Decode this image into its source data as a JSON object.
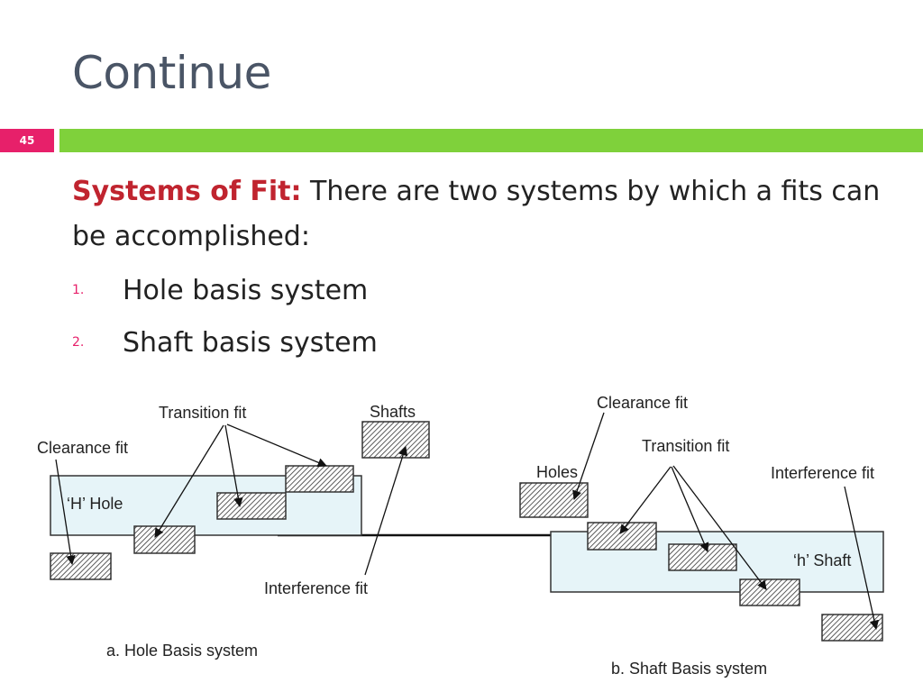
{
  "slide": {
    "title": "Continue",
    "number": "45",
    "lead": "Systems of Fit:",
    "intro": " There are two systems by which a fits can be accomplished:",
    "list": [
      {
        "num": "1.",
        "text": "Hole basis system"
      },
      {
        "num": "2.",
        "text": " Shaft basis system"
      }
    ]
  },
  "diagram": {
    "colors": {
      "accent_pink": "#e7206a",
      "accent_green": "#7fd13b",
      "base_fill": "#e6f4f8"
    },
    "hole_basis": {
      "clearance": "Clearance fit",
      "transition": "Transition fit",
      "shafts": "Shafts",
      "hole": "‘H’ Hole",
      "interference": "Interference fit",
      "caption": "a. Hole Basis system"
    },
    "shaft_basis": {
      "clearance": "Clearance fit",
      "transition": "Transition fit",
      "holes": "Holes",
      "interference": "Interference fit",
      "shaft": "‘h’ Shaft",
      "caption": "b. Shaft Basis system"
    }
  }
}
